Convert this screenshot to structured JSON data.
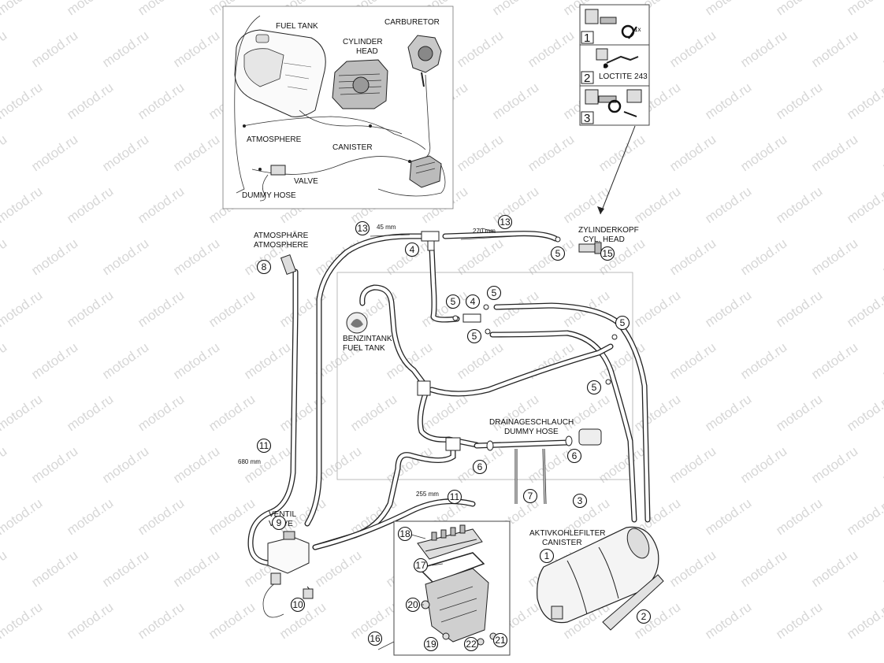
{
  "watermark": "motod.ru",
  "overview": {
    "labels": {
      "fuel_tank": "FUEL TANK",
      "cylinder_head": [
        "CYLINDER",
        "HEAD"
      ],
      "carburetor": "CARBURETOR",
      "atmosphere": "ATMOSPHERE",
      "canister": "CANISTER",
      "valve": "VALVE",
      "dummy_hose": "DUMMY HOSE"
    }
  },
  "steps": [
    {
      "num": "1",
      "note": "1x"
    },
    {
      "num": "2",
      "note": "LOCTITE 243"
    },
    {
      "num": "3",
      "note": ""
    }
  ],
  "labels": {
    "atmosphere_de": "ATMOSPHÄRE",
    "atmosphere_en": "ATMOSPHERE",
    "cyl_head_de": "ZYLINDERKOPF",
    "cyl_head_en": "CYL. HEAD",
    "fuel_tank_de": "BENZINTANK",
    "fuel_tank_en": "FUEL TANK",
    "dummy_hose_de": "DRAINAGESCHLAUCH",
    "dummy_hose_en": "DUMMY HOSE",
    "valve_de": "VENTIL",
    "valve_en": "VALVE",
    "canister_de": "AKTIVKOHLEFILTER",
    "canister_en": "CANISTER"
  },
  "lengths": {
    "hose_45": "45 mm",
    "hose_270": "270 mm",
    "hose_680": "680 mm",
    "hose_255": "255 mm"
  },
  "callouts": [
    {
      "id": "c13a",
      "num": "13"
    },
    {
      "id": "c13b",
      "num": "13"
    },
    {
      "id": "c4a",
      "num": "4"
    },
    {
      "id": "c5a",
      "num": "5"
    },
    {
      "id": "c15",
      "num": "15"
    },
    {
      "id": "c8",
      "num": "8"
    },
    {
      "id": "c5b",
      "num": "5"
    },
    {
      "id": "c4b",
      "num": "4"
    },
    {
      "id": "c5c",
      "num": "5"
    },
    {
      "id": "c5d",
      "num": "5"
    },
    {
      "id": "c5e",
      "num": "5"
    },
    {
      "id": "c5f",
      "num": "5"
    },
    {
      "id": "c11a",
      "num": "11"
    },
    {
      "id": "c6a",
      "num": "6"
    },
    {
      "id": "c6b",
      "num": "6"
    },
    {
      "id": "c7",
      "num": "7"
    },
    {
      "id": "c3",
      "num": "3"
    },
    {
      "id": "c11b",
      "num": "11"
    },
    {
      "id": "c9",
      "num": "9"
    },
    {
      "id": "c18",
      "num": "18"
    },
    {
      "id": "c17",
      "num": "17"
    },
    {
      "id": "c1",
      "num": "1"
    },
    {
      "id": "c20",
      "num": "20"
    },
    {
      "id": "c10",
      "num": "10"
    },
    {
      "id": "c2",
      "num": "2"
    },
    {
      "id": "c16",
      "num": "16"
    },
    {
      "id": "c19",
      "num": "19"
    },
    {
      "id": "c22",
      "num": "22"
    },
    {
      "id": "c21",
      "num": "21"
    }
  ]
}
